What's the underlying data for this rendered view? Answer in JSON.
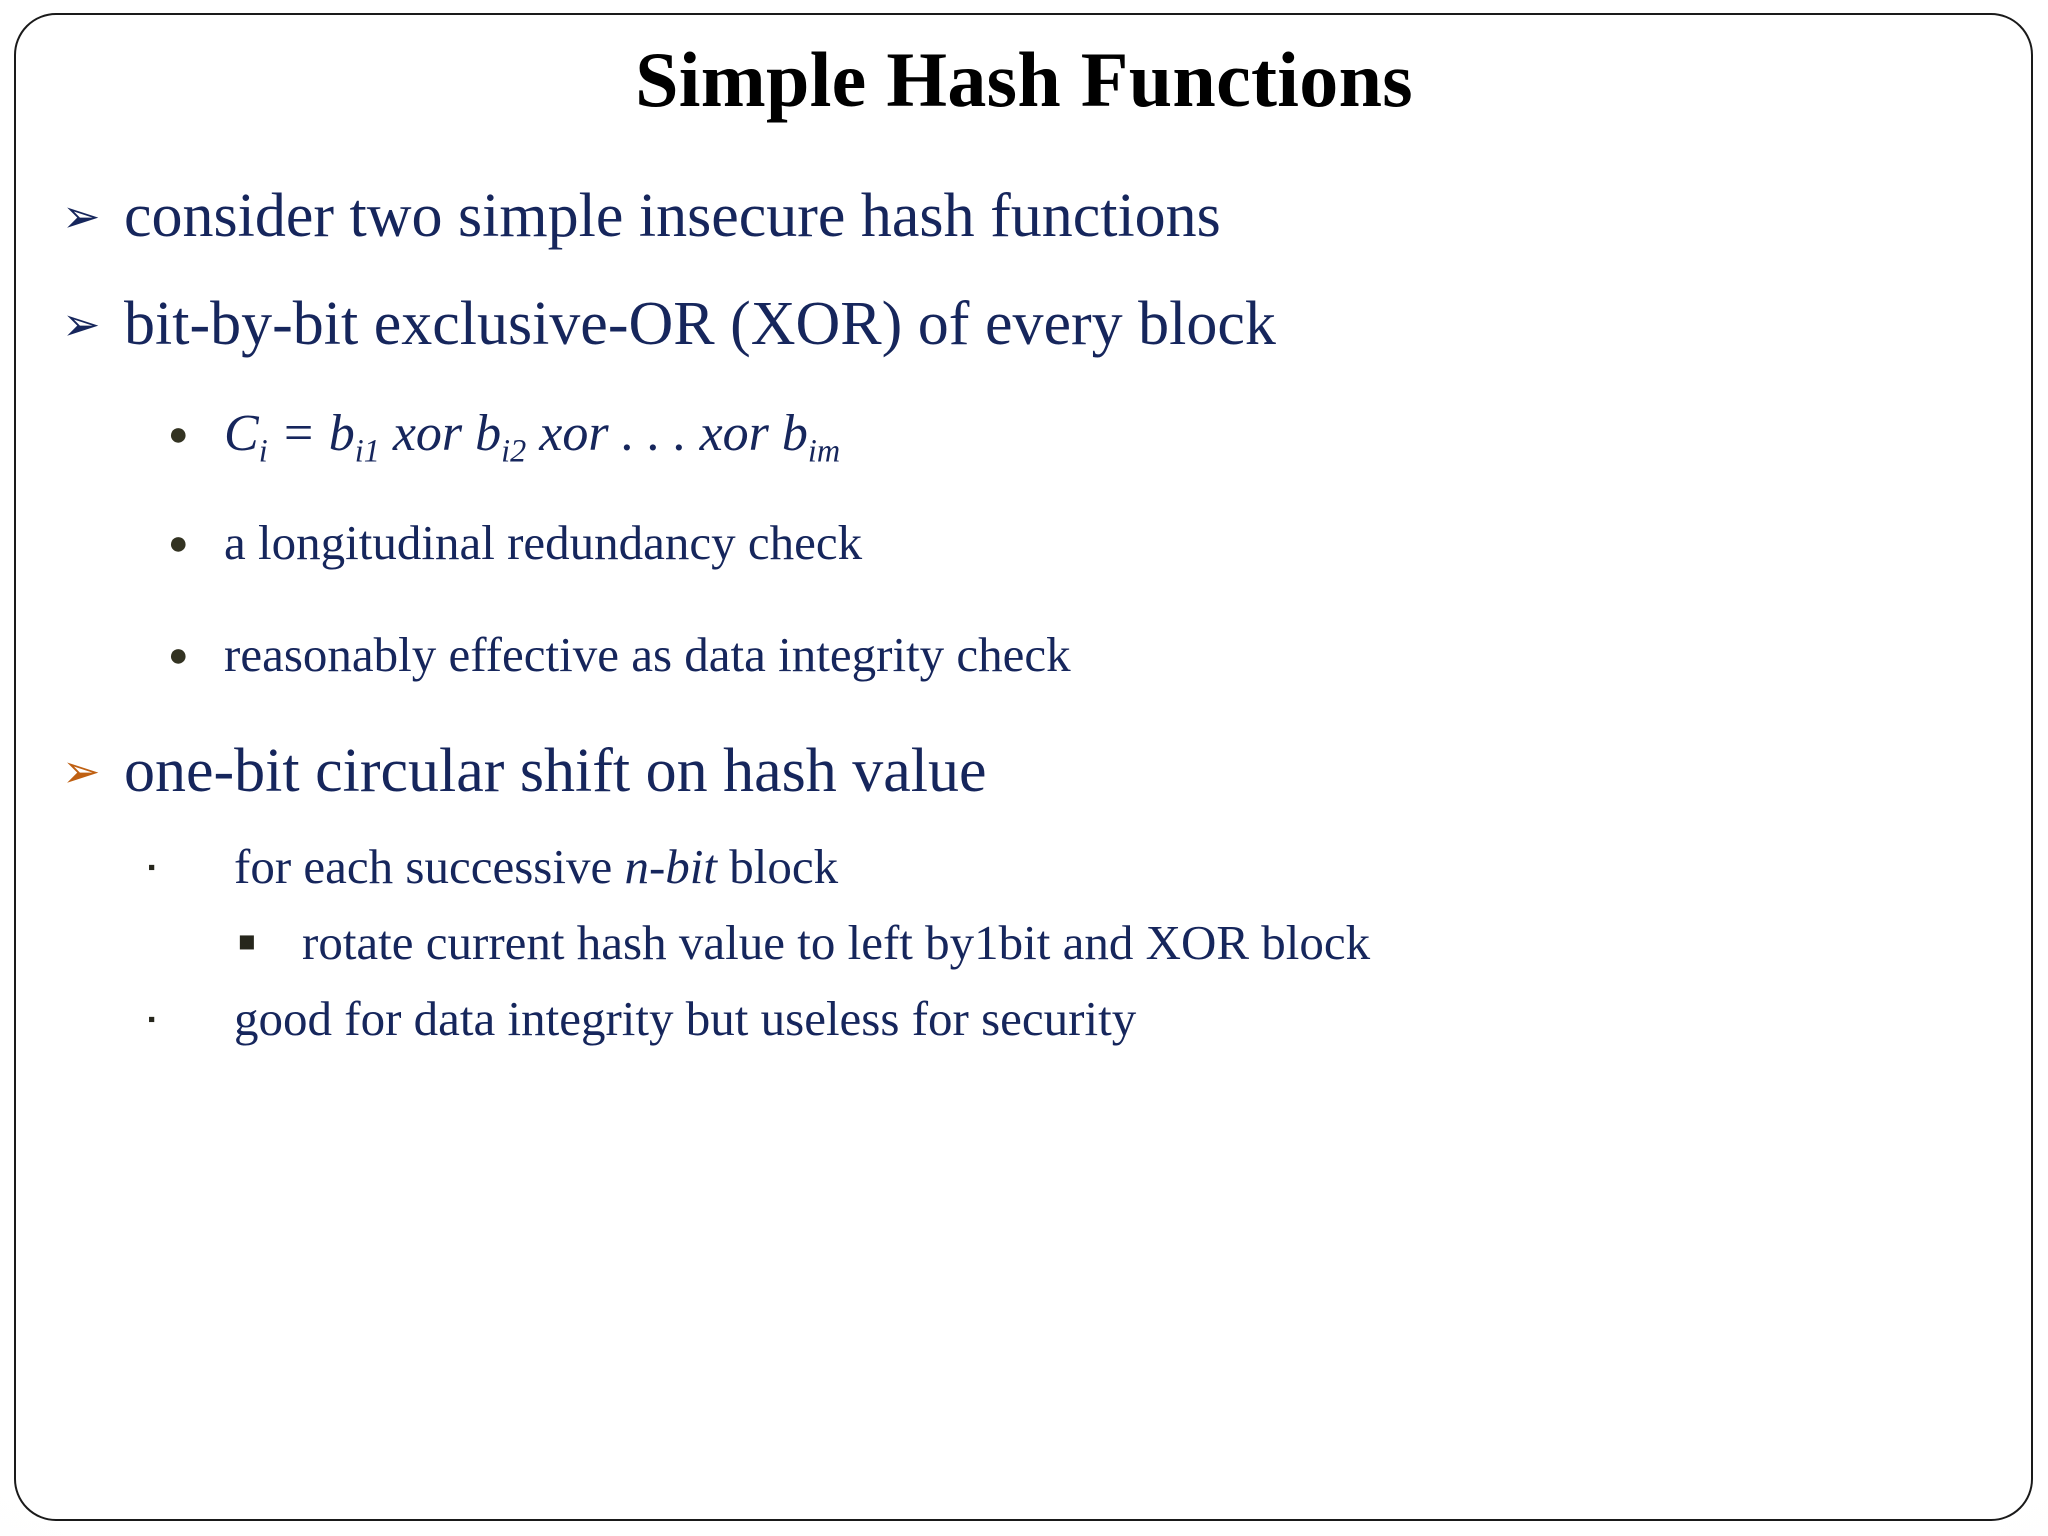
{
  "slide": {
    "title": "Simple Hash Functions",
    "title_color": "#000000",
    "body_color": "#16265c",
    "accent_orange": "#bf6012",
    "background": "#ffffff",
    "border_color": "#1a1a1a"
  },
  "bullets": {
    "arrow_glyph": "➢",
    "disc_glyph": "●",
    "small_square_glyph": "▪",
    "square_glyph": "■"
  },
  "lines": {
    "consider": "consider two simple insecure hash functions",
    "xor": "bit-by-bit exclusive-OR (XOR) of every block",
    "formula": {
      "c": "C",
      "c_sub": "i",
      "eq": " = ",
      "b1": "b",
      "b1_sub": "i1",
      "xor1": " xor ",
      "b2": "b",
      "b2_sub": "i2",
      "xor2": " xor ",
      "dots": ". . . ",
      "xor3": "xor ",
      "b3": "b",
      "b3_sub": "im",
      "plain": "Ci = bi1 xor bi2 xor . . . xor bim"
    },
    "lrc": "a longitudinal redundancy check",
    "reasonable": "reasonably effective as data integrity check",
    "onebit": "one-bit circular shift on hash value",
    "foreach_pre": "for each successive ",
    "foreach_em": "n-bit",
    "foreach_post": " block",
    "rotate": "rotate current hash value to left by1bit and XOR block",
    "good": "good for data integrity but useless for security"
  }
}
